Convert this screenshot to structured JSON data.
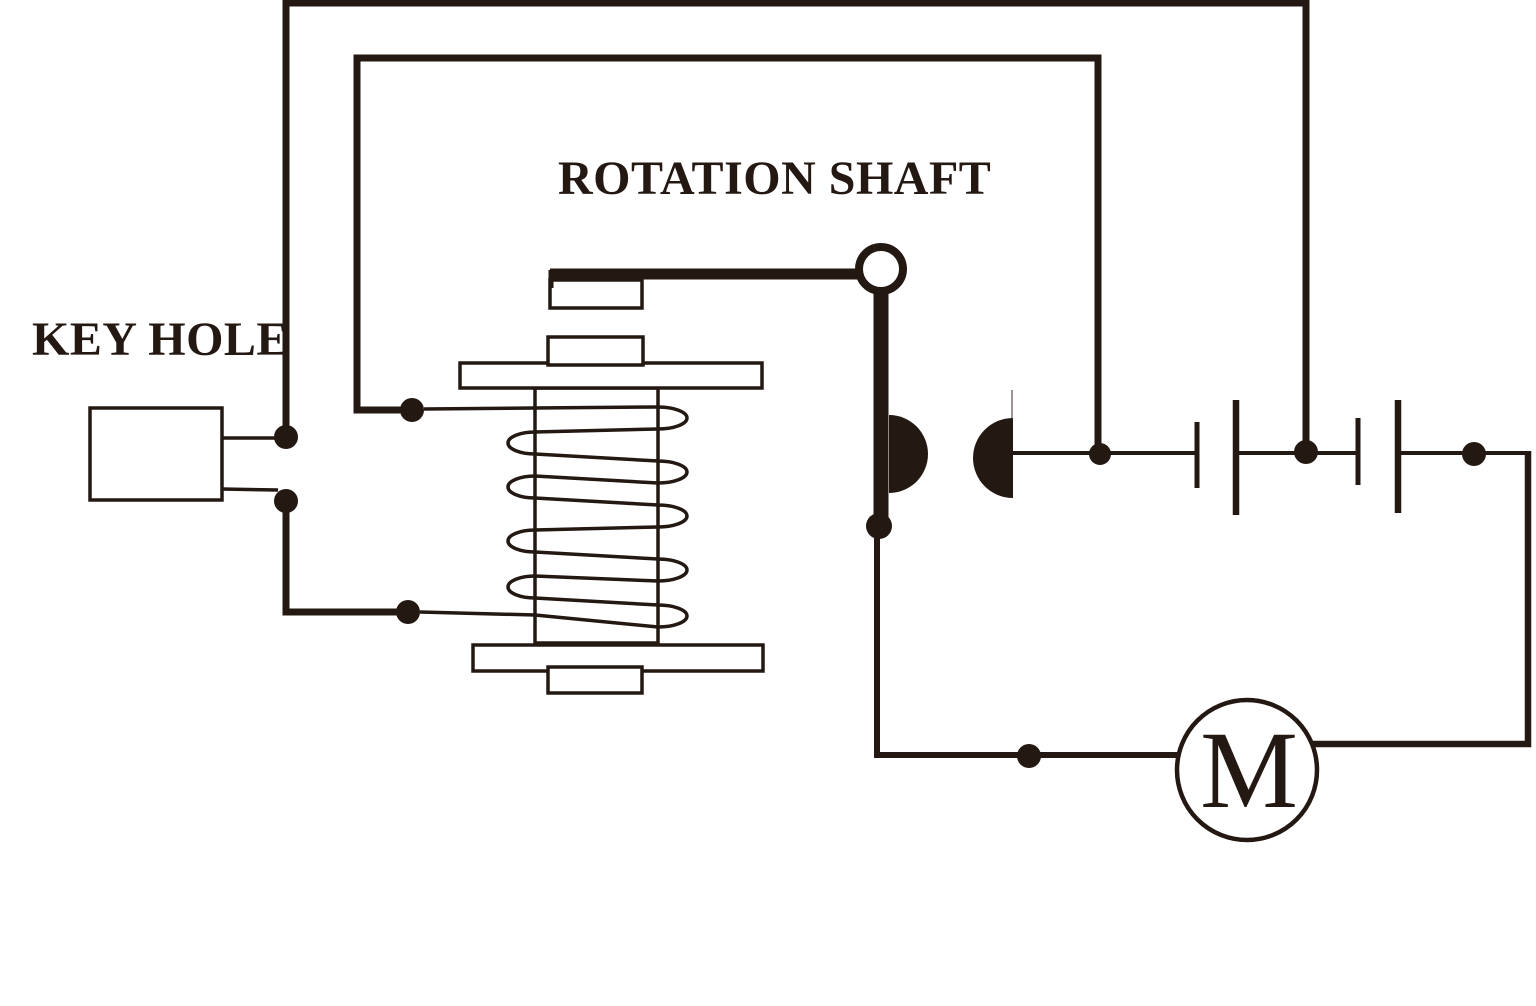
{
  "colors": {
    "ink": "#241812",
    "background": "#ffffff"
  },
  "labels": {
    "key_hole": "KEY HOLE",
    "rotation_shaft": "ROTATION SHAFT"
  },
  "motor": {
    "label": "M"
  }
}
